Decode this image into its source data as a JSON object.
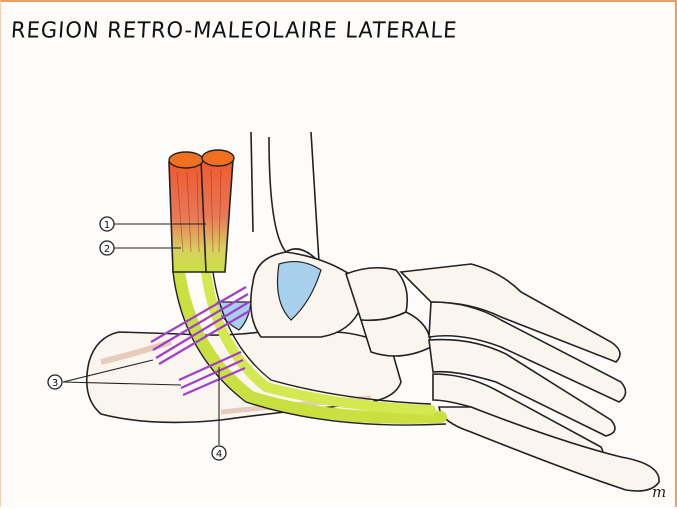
{
  "title": "REGION RETRO-MALEOLAIRE LATERALE",
  "labels": [
    {
      "id": "1"
    },
    {
      "id": "2"
    },
    {
      "id": "3"
    },
    {
      "id": "4"
    }
  ],
  "signature": "m",
  "colors": {
    "muscle": "#e35a3c",
    "muscle_top": "#f07020",
    "tendon": "#c8e040",
    "retinaculum": "#a040c8",
    "cartilage": "#a8d0ec",
    "bone_shadow": "#c08060",
    "frame": "#e8a060"
  }
}
